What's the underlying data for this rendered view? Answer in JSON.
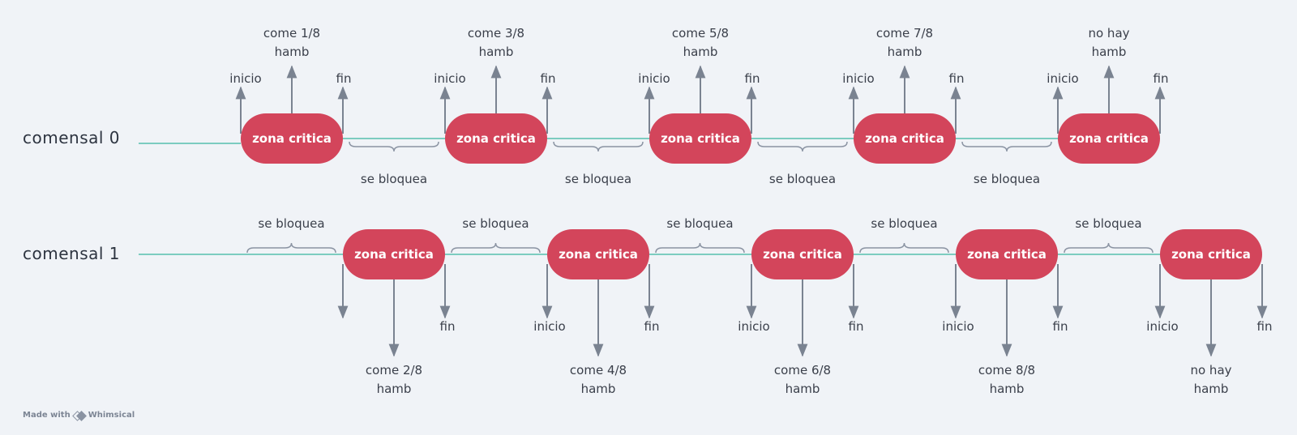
{
  "rows": [
    {
      "label": "comensal 0",
      "zones": [
        {
          "label": "zona critica",
          "start": "inicio",
          "end": "fin",
          "eat": [
            "come 1/8",
            "hamb"
          ]
        },
        {
          "label": "zona critica",
          "start": "inicio",
          "end": "fin",
          "eat": [
            "come 3/8",
            "hamb"
          ]
        },
        {
          "label": "zona critica",
          "start": "inicio",
          "end": "fin",
          "eat": [
            "come 5/8",
            "hamb"
          ]
        },
        {
          "label": "zona critica",
          "start": "inicio",
          "end": "fin",
          "eat": [
            "come 7/8",
            "hamb"
          ]
        },
        {
          "label": "zona critica",
          "start": "inicio",
          "end": "fin",
          "eat": [
            "no hay",
            "hamb"
          ]
        }
      ],
      "blocks": [
        "se bloquea",
        "se bloquea",
        "se bloquea",
        "se bloquea"
      ]
    },
    {
      "label": "comensal 1",
      "zones": [
        {
          "label": "zona critica",
          "start": "",
          "end": "fin",
          "eat": [
            "come 2/8",
            "hamb"
          ]
        },
        {
          "label": "zona critica",
          "start": "inicio",
          "end": "fin",
          "eat": [
            "come 4/8",
            "hamb"
          ]
        },
        {
          "label": "zona critica",
          "start": "inicio",
          "end": "fin",
          "eat": [
            "come 6/8",
            "hamb"
          ]
        },
        {
          "label": "zona critica",
          "start": "inicio",
          "end": "fin",
          "eat": [
            "come 8/8",
            "hamb"
          ]
        },
        {
          "label": "zona critica",
          "start": "inicio",
          "end": "fin",
          "eat": [
            "no hay",
            "hamb"
          ]
        }
      ],
      "blocks": [
        "se bloquea",
        "se bloquea",
        "se bloquea",
        "se bloquea",
        "se bloquea"
      ]
    }
  ],
  "footer": {
    "made_with": "Made with",
    "brand": "Whimsical"
  },
  "colors": {
    "zone": "#d3455b",
    "line": "#55bfae",
    "arrow": "#7a8391",
    "brace": "#8a93a2",
    "text": "#3a3f4a"
  }
}
